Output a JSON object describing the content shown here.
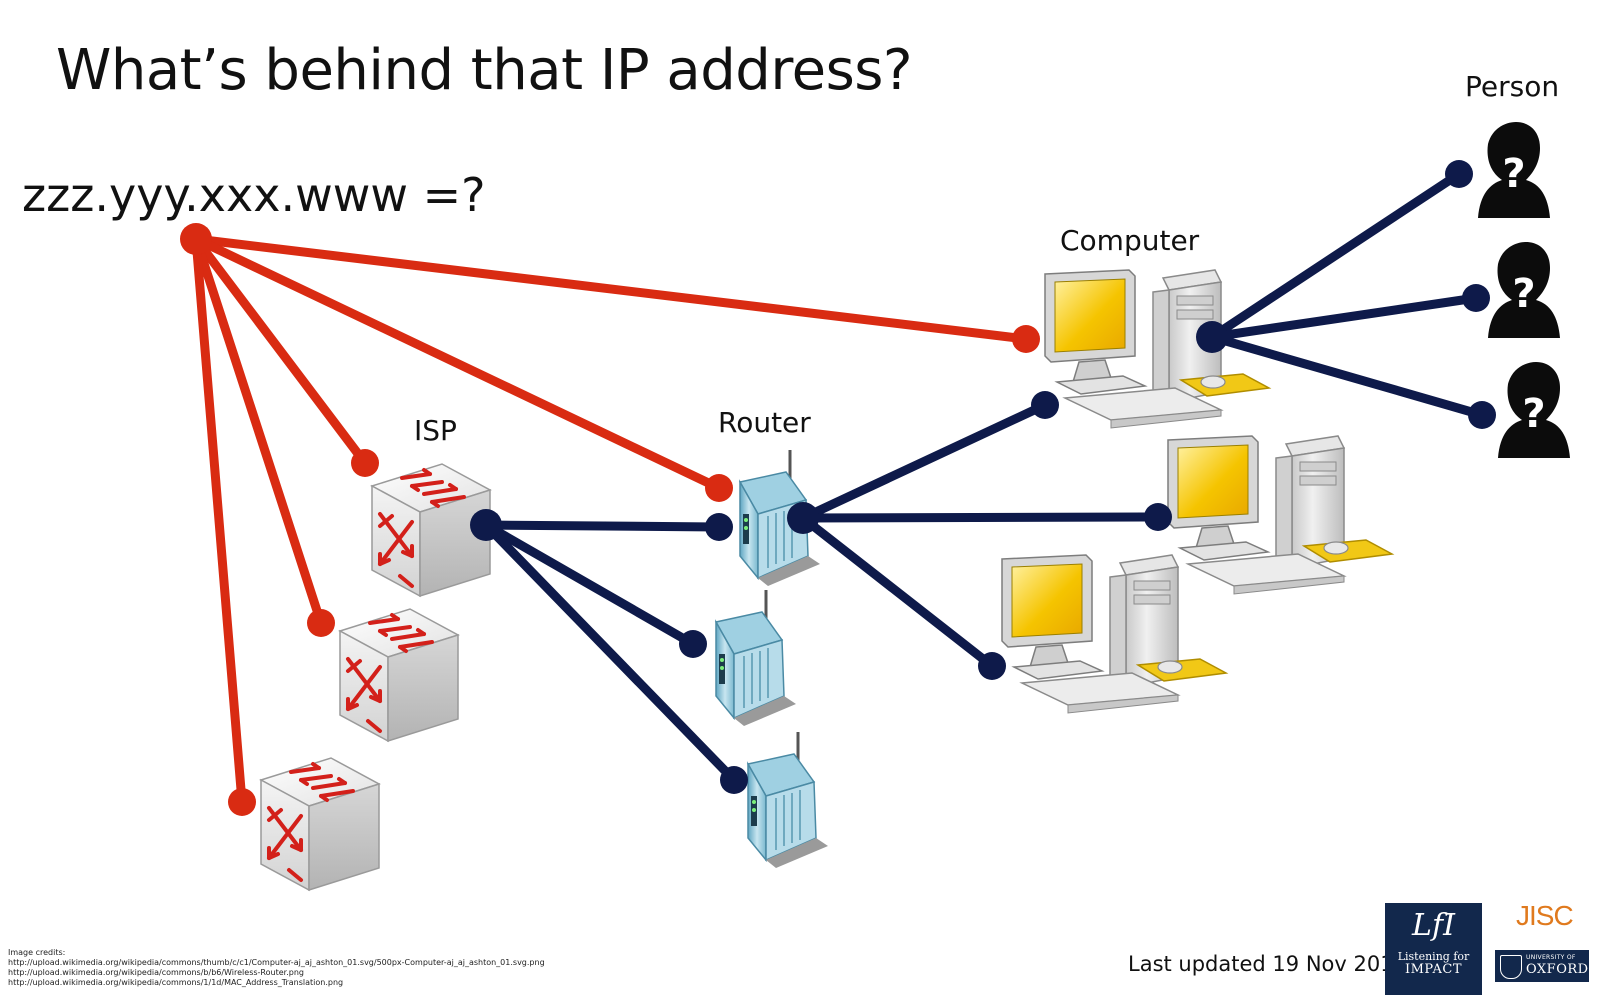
{
  "slide": {
    "title": "What’s behind that IP address?",
    "ip_question": "zzz.yyy.xxx.www =?",
    "labels": {
      "person": "Person",
      "computer": "Computer",
      "router": "Router",
      "isp": "ISP"
    },
    "person_mark": "?",
    "footer": {
      "credits": [
        "Image credits:",
        "http://upload.wikimedia.org/wikipedia/commons/thumb/c/c1/Computer-aj_aj_ashton_01.svg/500px-Computer-aj_aj_ashton_01.svg.png",
        "http://upload.wikimedia.org/wikipedia/commons/b/b6/Wireless-Router.png",
        "http://upload.wikimedia.org/wikipedia/commons/1/1d/MAC_Address_Translation.png"
      ],
      "last_updated": "Last updated 19 Nov 2010",
      "logos": {
        "lfi": {
          "mark": "LfI",
          "line1": "Listening for",
          "line2": "IMPACT"
        },
        "jisc": "JISC",
        "oxford": {
          "line1": "UNIVERSITY OF",
          "line2": "OXFORD"
        }
      }
    },
    "colors": {
      "red_link": "#d92b12",
      "navy_link": "#0e1a4a",
      "monitor_screen": "#f5c400",
      "logo_navy": "#12284c",
      "jisc_orange": "#e07a1e"
    },
    "icons": [
      "switch-icon",
      "wireless-router-icon",
      "computer-icon",
      "person-silhouette-icon"
    ]
  }
}
